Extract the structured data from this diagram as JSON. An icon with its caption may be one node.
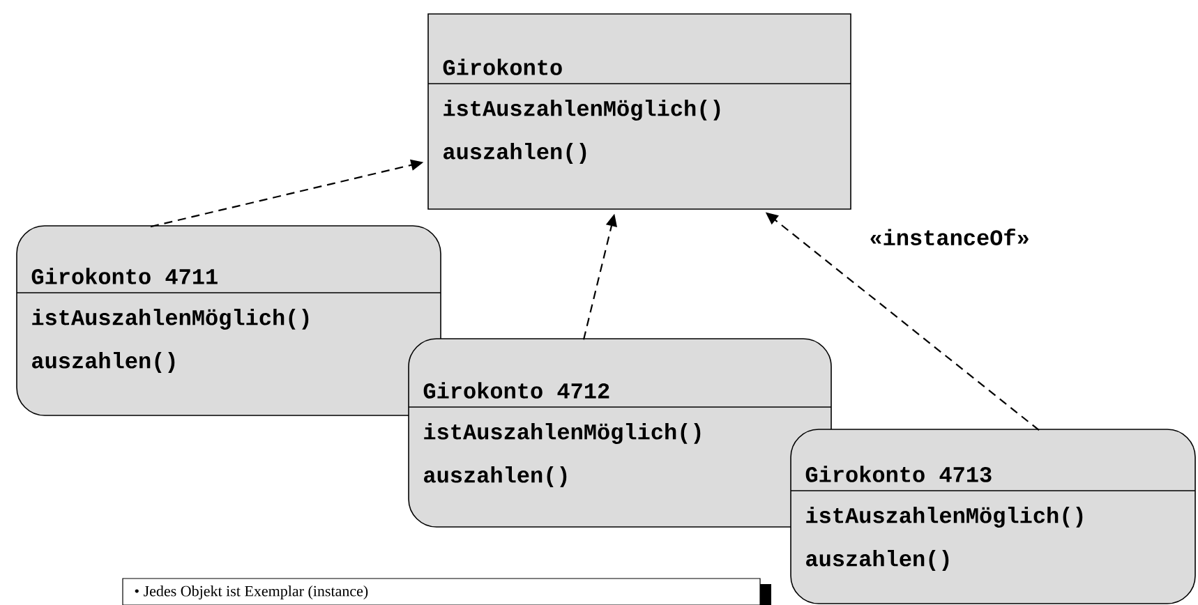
{
  "diagram": {
    "nodes": [
      {
        "text": [
          "Girokonto",
          "istAuszahlenMöglich()",
          "auszahlen()"
        ]
      },
      {
        "text": [
          "Girokonto 4711",
          "istAuszahlenMöglich()",
          "auszahlen()"
        ]
      },
      {
        "text": [
          "Girokonto 4712",
          "istAuszahlenMöglich()",
          "auszahlen()"
        ]
      },
      {
        "text": [
          "Girokonto 4713",
          "istAuszahlenMöglich()",
          "auszahlen()"
        ]
      }
    ],
    "edges": [
      {
        "from": 1,
        "to": 0,
        "arrow": "to",
        "style": "dashed"
      },
      {
        "from": 2,
        "to": 0,
        "arrow": "to",
        "style": "dashed"
      },
      {
        "from": 3,
        "to": 0,
        "arrow": "to",
        "style": "dashed"
      }
    ],
    "labels": [
      "«instanceOf»",
      "• Jedes Objekt ist Exemplar (instance)"
    ]
  }
}
